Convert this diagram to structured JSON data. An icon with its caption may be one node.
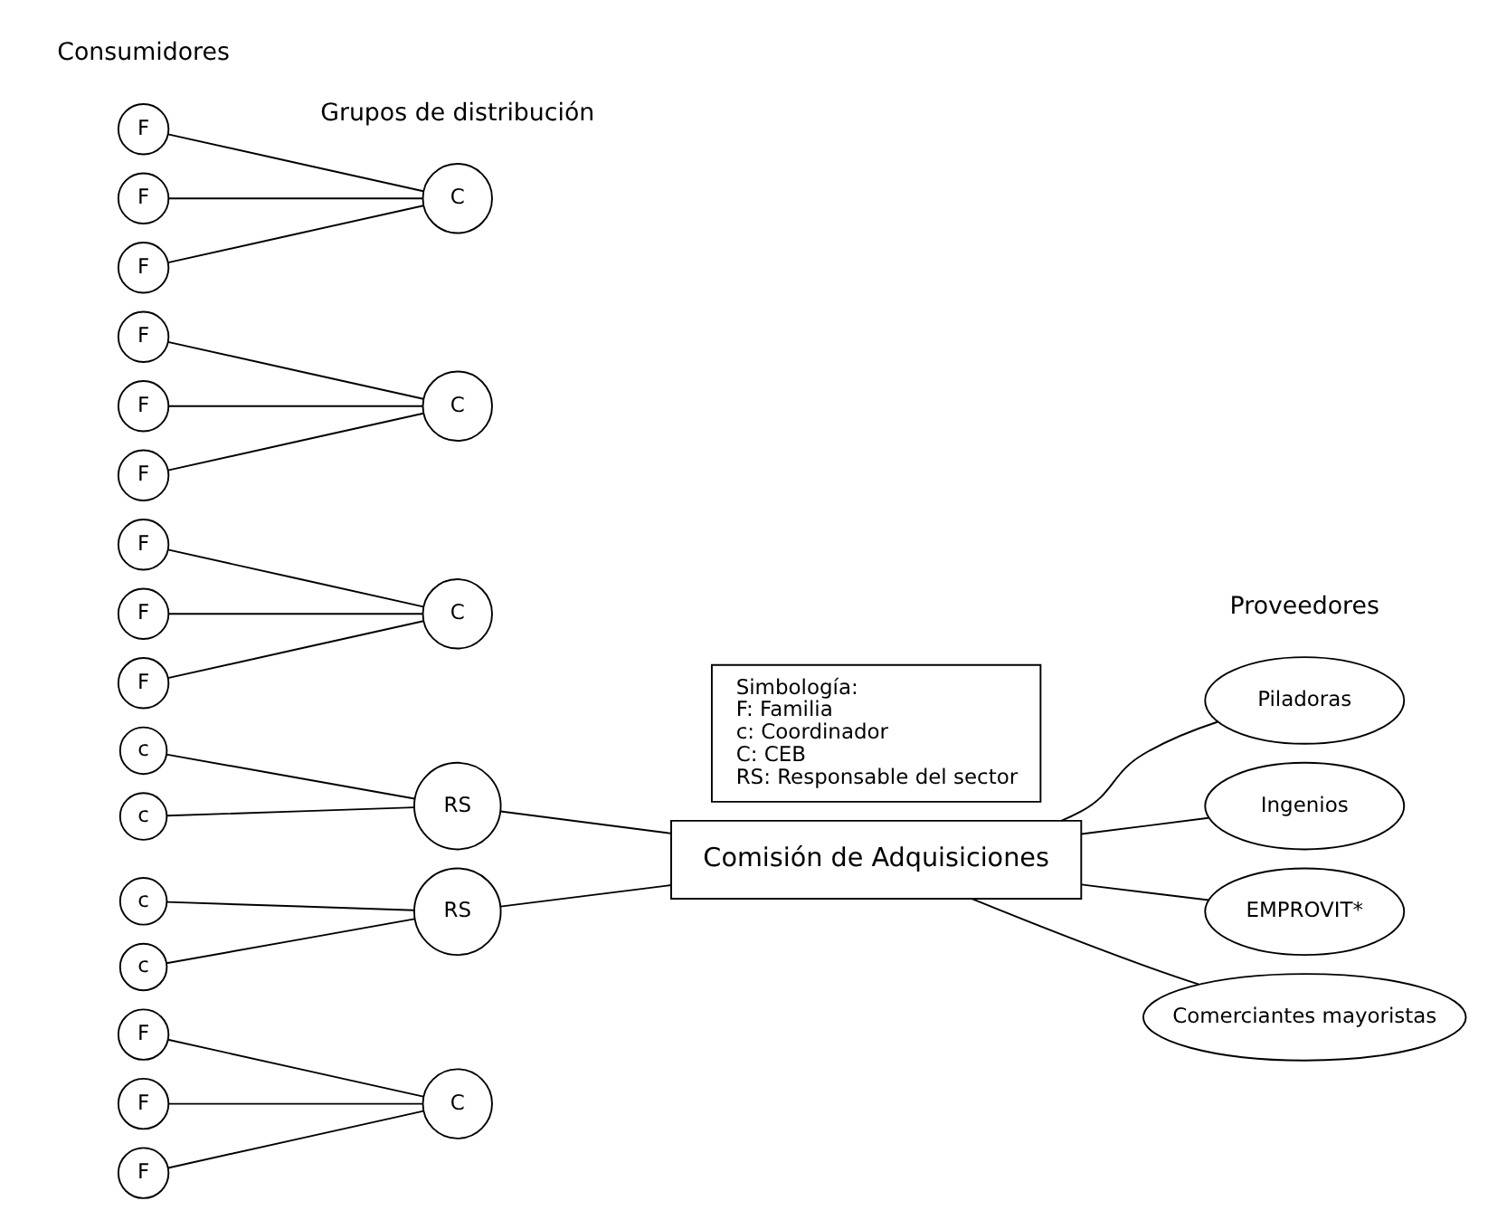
{
  "diagram": {
    "nodes": [
      {
        "text": [
          "F"
        ]
      },
      {
        "text": [
          "F"
        ]
      },
      {
        "text": [
          "F"
        ]
      },
      {
        "text": [
          "C"
        ]
      },
      {
        "text": [
          "c"
        ]
      },
      {
        "text": [
          "RS"
        ]
      },
      {
        "text": [
          "F"
        ]
      },
      {
        "text": [
          "F"
        ]
      },
      {
        "text": [
          "F"
        ]
      },
      {
        "text": [
          "C"
        ]
      },
      {
        "text": [
          "c"
        ]
      },
      {
        "text": [
          "Comisión de Adquisiciones"
        ]
      },
      {
        "text": [
          "Piladoras"
        ]
      },
      {
        "text": [
          "Ingenios"
        ]
      },
      {
        "text": [
          "EMPROVIT*"
        ]
      },
      {
        "text": [
          "Comerciantes mayoristas"
        ]
      },
      {
        "text": [
          "F"
        ]
      },
      {
        "text": [
          "F"
        ]
      },
      {
        "text": [
          "F"
        ]
      },
      {
        "text": [
          "C"
        ]
      },
      {
        "text": [
          "c"
        ]
      },
      {
        "text": [
          "RS"
        ]
      },
      {
        "text": [
          "F"
        ]
      },
      {
        "text": [
          "F"
        ]
      },
      {
        "text": [
          "F"
        ]
      },
      {
        "text": [
          "C"
        ]
      },
      {
        "text": [
          "c"
        ]
      },
      {
        "text": [
          "Simbología:",
          "F: Familia",
          "c: Coordinador",
          "C: CEB",
          "RS: Responsable del sector"
        ]
      }
    ],
    "edges": [
      {
        "from": 0,
        "to": 3,
        "arrow": "none"
      },
      {
        "from": 1,
        "to": 3,
        "arrow": "none"
      },
      {
        "from": 2,
        "to": 3,
        "arrow": "none"
      },
      {
        "from": 4,
        "to": 5,
        "arrow": "none"
      },
      {
        "from": 6,
        "to": 9,
        "arrow": "none"
      },
      {
        "from": 7,
        "to": 9,
        "arrow": "none"
      },
      {
        "from": 8,
        "to": 9,
        "arrow": "none"
      },
      {
        "from": 10,
        "to": 5,
        "arrow": "none"
      },
      {
        "from": 5,
        "to": 11,
        "arrow": "none"
      },
      {
        "from": 11,
        "to": 12,
        "arrow": "none"
      },
      {
        "from": 11,
        "to": 13,
        "arrow": "none"
      },
      {
        "from": 11,
        "to": 14,
        "arrow": "none"
      },
      {
        "from": 11,
        "to": 15,
        "arrow": "none"
      },
      {
        "from": 21,
        "to": 11,
        "arrow": "none"
      },
      {
        "from": 16,
        "to": 19,
        "arrow": "none"
      },
      {
        "from": 17,
        "to": 19,
        "arrow": "none"
      },
      {
        "from": 18,
        "to": 19,
        "arrow": "none"
      },
      {
        "from": 20,
        "to": 21,
        "arrow": "none"
      },
      {
        "from": 22,
        "to": 25,
        "arrow": "none"
      },
      {
        "from": 23,
        "to": 25,
        "arrow": "none"
      },
      {
        "from": 24,
        "to": 25,
        "arrow": "none"
      },
      {
        "from": 26,
        "to": 21,
        "arrow": "none"
      }
    ],
    "labels": [
      "Grupos de distribución",
      "Consumidores",
      "Proveedores"
    ]
  }
}
